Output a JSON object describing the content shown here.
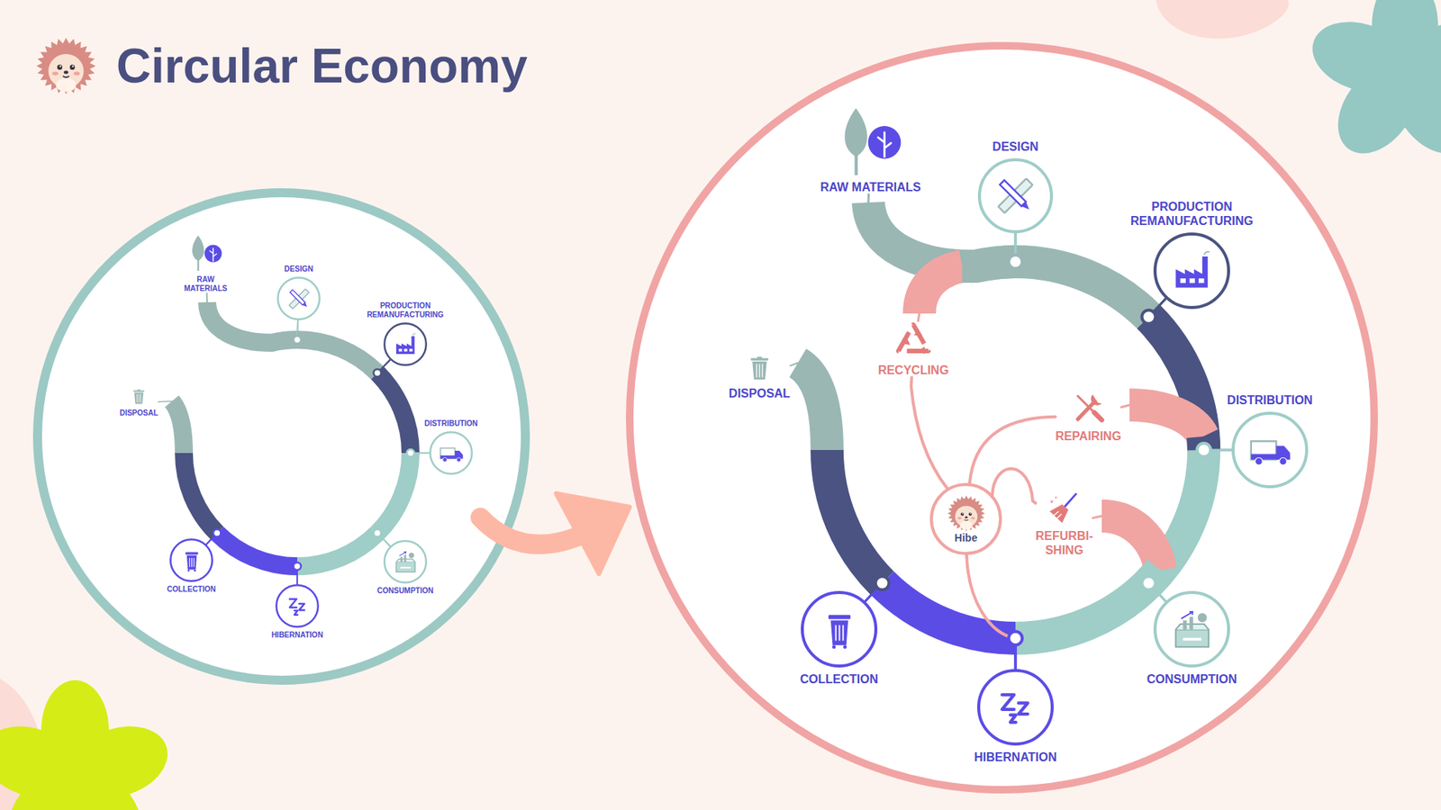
{
  "diagram": {
    "title": "Circular Economy",
    "nodes": [
      {
        "text": [
          "RAW MATERIALS"
        ]
      },
      {
        "text": [
          "DESIGN"
        ]
      },
      {
        "text": [
          "PRODUCTION REMANUFACTURING"
        ]
      },
      {
        "text": [
          "DISTRIBUTION"
        ]
      },
      {
        "text": [
          "CONSUMPTION"
        ]
      },
      {
        "text": [
          "HIBERNATION"
        ]
      },
      {
        "text": [
          "COLLECTION"
        ]
      },
      {
        "text": [
          "DISPOSAL"
        ]
      },
      {
        "text": [
          "RAW MATERIALS"
        ]
      },
      {
        "text": [
          "DESIGN"
        ]
      },
      {
        "text": [
          "PRODUCTION REMANUFACTURING"
        ]
      },
      {
        "text": [
          "DISTRIBUTION"
        ]
      },
      {
        "text": [
          "CONSUMPTION"
        ]
      },
      {
        "text": [
          "HIBERNATION"
        ]
      },
      {
        "text": [
          "COLLECTION"
        ]
      },
      {
        "text": [
          "DISPOSAL"
        ]
      },
      {
        "text": [
          "RECYCLING"
        ]
      },
      {
        "text": [
          "REPAIRING"
        ]
      },
      {
        "text": [
          "REFURBI- SHING"
        ]
      },
      {
        "text": [
          "Hibe"
        ]
      }
    ],
    "edges": [
      {
        "from": 0,
        "to": 1,
        "arrow": "none"
      },
      {
        "from": 1,
        "to": 2,
        "arrow": "none"
      },
      {
        "from": 2,
        "to": 3,
        "arrow": "none"
      },
      {
        "from": 3,
        "to": 4,
        "arrow": "none"
      },
      {
        "from": 4,
        "to": 5,
        "arrow": "none"
      },
      {
        "from": 5,
        "to": 6,
        "arrow": "none"
      },
      {
        "from": 6,
        "to": 7,
        "arrow": "none"
      },
      {
        "from": 8,
        "to": 9,
        "arrow": "none"
      },
      {
        "from": 9,
        "to": 10,
        "arrow": "none"
      },
      {
        "from": 10,
        "to": 11,
        "arrow": "none"
      },
      {
        "from": 11,
        "to": 12,
        "arrow": "none"
      },
      {
        "from": 12,
        "to": 13,
        "arrow": "none"
      },
      {
        "from": 13,
        "to": 14,
        "arrow": "none"
      },
      {
        "from": 14,
        "to": 15,
        "arrow": "none"
      },
      {
        "from": 13,
        "to": 19,
        "arrow": "none"
      },
      {
        "from": 19,
        "to": 16,
        "arrow": "none"
      },
      {
        "from": 19,
        "to": 17,
        "arrow": "none"
      },
      {
        "from": 19,
        "to": 18,
        "arrow": "none"
      },
      {
        "from": 16,
        "to": 9,
        "arrow": "none"
      },
      {
        "from": 17,
        "to": 11,
        "arrow": "none"
      },
      {
        "from": 18,
        "to": 12,
        "arrow": "none"
      }
    ]
  }
}
